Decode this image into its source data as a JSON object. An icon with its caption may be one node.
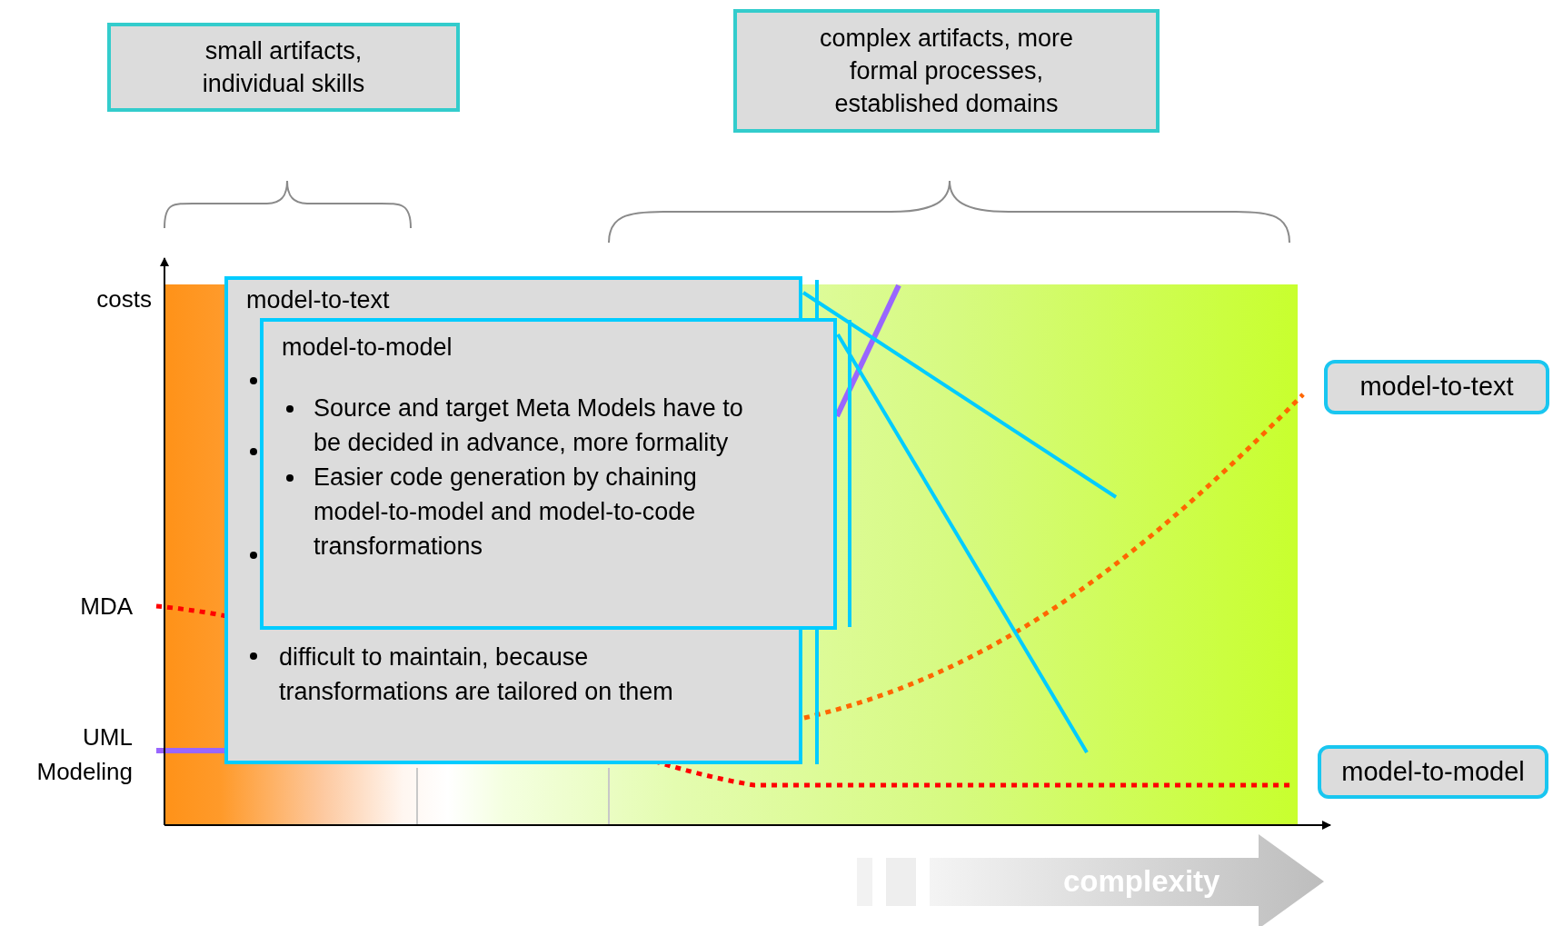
{
  "diagram": {
    "nodes": [
      {
        "text": [
          "small artifacts, individual skills"
        ]
      },
      {
        "text": [
          "complex artifacts, more formal processes, established domains"
        ]
      },
      {
        "text": [
          "model-to-text",
          "difficult to maintain, because transformations are tailored on them"
        ]
      },
      {
        "text": [
          "model-to-model",
          "Source and target Meta Models have to be decided in advance, more formality",
          "Easier code generation by chaining model-to-model and model-to-code transformations"
        ]
      },
      {
        "text": [
          "model-to-text"
        ]
      },
      {
        "text": [
          "model-to-model"
        ]
      }
    ],
    "edges": [
      {
        "from": 2,
        "to": null,
        "arrow": "none",
        "color": "#00ccff"
      },
      {
        "from": 3,
        "to": null,
        "arrow": "none",
        "color": "#00ccff"
      }
    ],
    "labels": [
      "costs",
      "MDA",
      "UML Modeling",
      "complexity"
    ]
  }
}
